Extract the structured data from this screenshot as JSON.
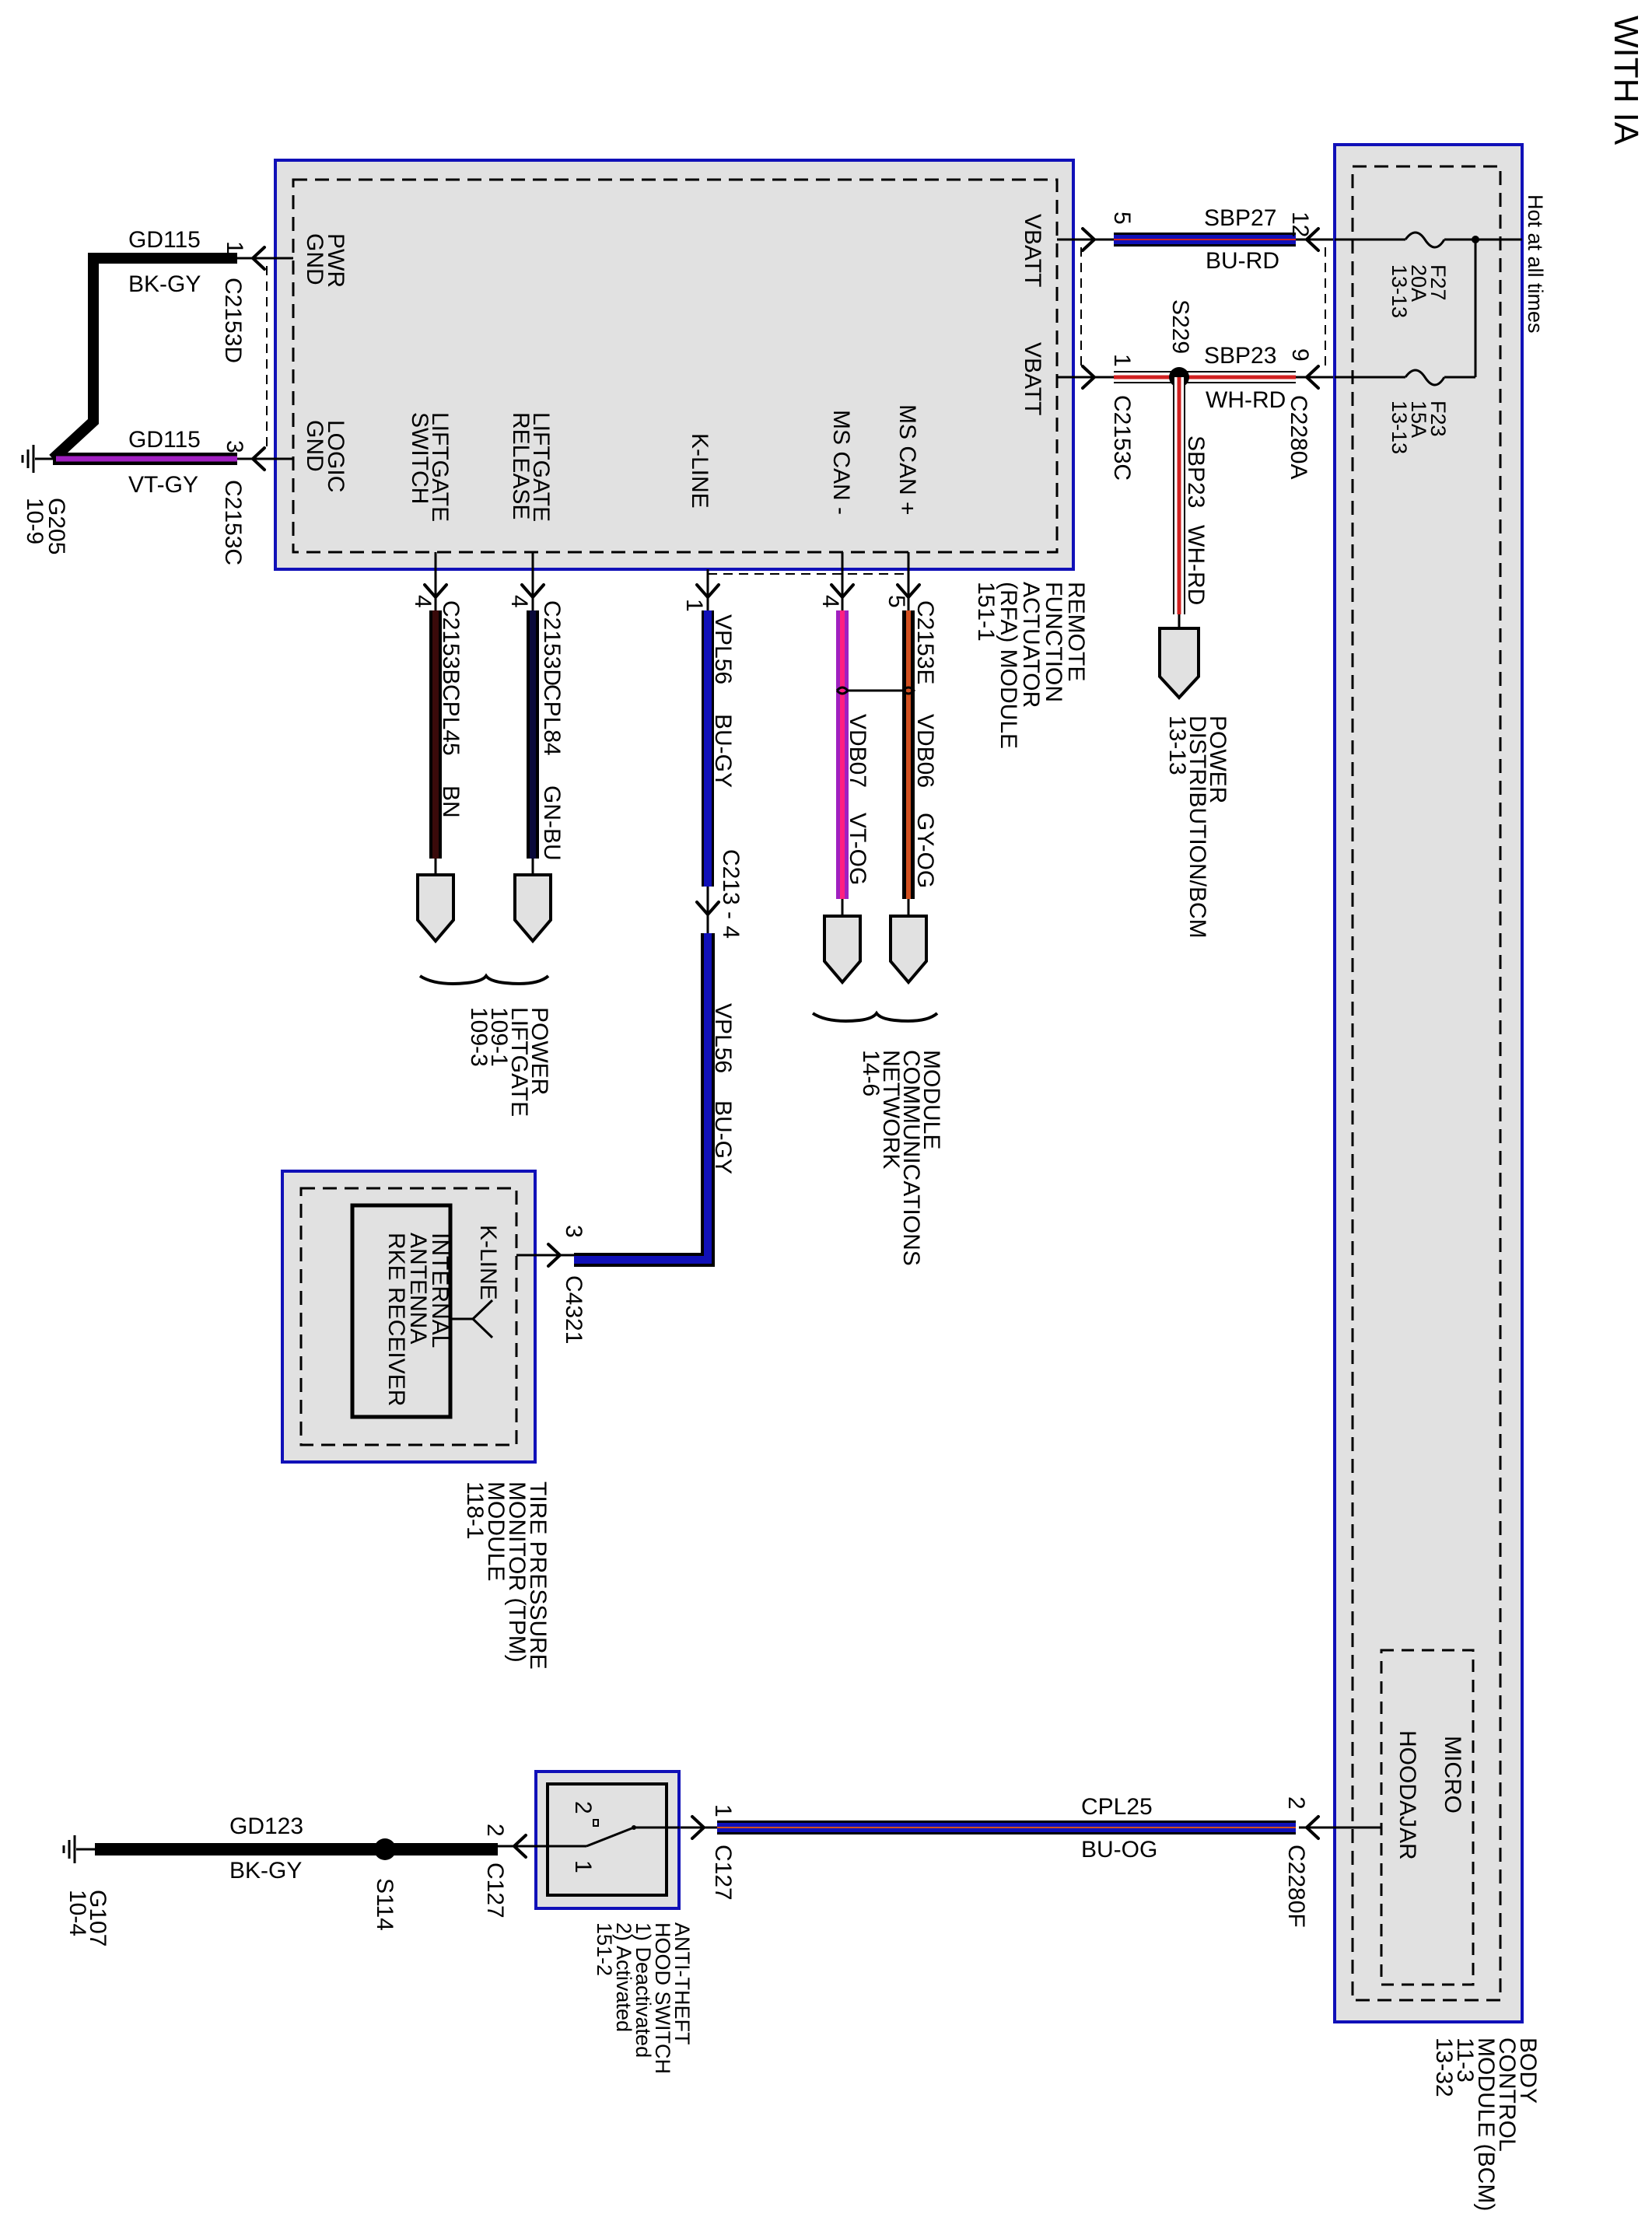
{
  "title": "WITH IA",
  "colors": {
    "module_fill": "#e1e1e1",
    "module_border": "#1010b8",
    "BK": "#000000",
    "VT": "#a020c0",
    "BU": "#1010b8",
    "RD": "#d02020",
    "WH": "#ffffff",
    "BN": "#3a0a0a",
    "GN": "#0a3a0a",
    "OG": "#d05020",
    "PK": "#ff2080",
    "GY": "#808080"
  },
  "modules": {
    "rfa": {
      "name": "REMOTE FUNCTION ACTUATOR (RFA) MODULE",
      "caption_lines": [
        "REMOTE",
        "FUNCTION",
        "ACTUATOR",
        "(RFA) MODULE",
        "151-1"
      ],
      "pins": {
        "pwr_gnd": [
          "PWR",
          "GND"
        ],
        "logic_gnd": [
          "LOGIC",
          "GND"
        ],
        "liftgate_switch": [
          "LIFTGATE",
          "SWITCH"
        ],
        "liftgate_release": [
          "LIFTGATE",
          "RELEASE"
        ],
        "k_line": "K-LINE",
        "ms_can_minus": "MS CAN -",
        "ms_can_plus": "MS CAN +",
        "vbatt_1": "VBATT",
        "vbatt_2": "VBATT"
      }
    },
    "bcm": {
      "name": "BODY CONTROL MODULE (BCM)",
      "caption_lines": [
        "BODY",
        "CONTROL",
        "MODULE (BCM)",
        "11-3",
        "13-32"
      ],
      "supply_label": "Hot at all times",
      "micro_label": "MICRO",
      "hoodajar_label": "HOODAJAR",
      "fuses": [
        {
          "id": "F27",
          "rating": "20A",
          "ref": "13-13"
        },
        {
          "id": "F23",
          "rating": "15A",
          "ref": "13-13"
        }
      ]
    },
    "tpm": {
      "name": "TIRE PRESSURE MONITOR (TPM) MODULE",
      "caption_lines": [
        "TIRE PRESSURE",
        "MONITOR (TPM)",
        "MODULE",
        "118-1"
      ],
      "pin_label": "K-LINE",
      "receiver_lines": [
        "INTERNAL",
        "ANTENNA",
        "RKE RECEIVER"
      ]
    },
    "hood_switch": {
      "name": "ANTI-THEFT HOOD SWITCH",
      "caption_lines": [
        "ANTI-THEFT",
        "HOOD SWITCH",
        "1) Deactivated",
        "2) Activated",
        "151-2"
      ],
      "pos1": "1",
      "pos2": "2"
    }
  },
  "circuits": [
    {
      "id": "gd115_pwr",
      "circuit": "GD115",
      "color": "BK-GY",
      "pin": "1",
      "connector": "C2153D"
    },
    {
      "id": "gd115_logic",
      "circuit": "GD115",
      "color": "VT-GY",
      "pin": "3",
      "connector": "C2153C"
    },
    {
      "id": "sbp27",
      "circuit": "SBP27",
      "color": "BU-RD",
      "pin_rfa": "5",
      "pin_bcm": "12"
    },
    {
      "id": "sbp23",
      "circuit": "SBP23",
      "color": "WH-RD",
      "pin_rfa": "1",
      "pin_bcm": "9",
      "connector_rfa": "C2153C",
      "connector_bcm": "C2280A",
      "splice": "S229"
    },
    {
      "id": "sbp23_branch",
      "circuit": "SBP23",
      "color": "WH-RD"
    },
    {
      "id": "cpl45",
      "circuit": "CPL45",
      "color": "BN",
      "pin": "4",
      "connector": "C2153B"
    },
    {
      "id": "cpl84",
      "circuit": "CPL84",
      "color": "GN-BU",
      "pin": "4",
      "connector": "C2153D"
    },
    {
      "id": "vpl56",
      "circuit": "VPL56",
      "color": "BU-GY",
      "pin": "1",
      "inline": "C213 - 4",
      "pin_tpm": "3",
      "connector_tpm": "C4321"
    },
    {
      "id": "vdb07",
      "circuit": "VDB07",
      "color": "VT-OG",
      "pin": "4"
    },
    {
      "id": "vdb06",
      "circuit": "VDB06",
      "color": "GY-OG",
      "pin": "5",
      "connector": "C2153E"
    },
    {
      "id": "cpl25",
      "circuit": "CPL25",
      "color": "BU-OG",
      "pin_switch": "1",
      "connector_switch": "C127",
      "pin_bcm": "2",
      "connector_bcm": "C2280F"
    },
    {
      "id": "gd123",
      "circuit": "GD123",
      "color": "BK-GY",
      "pin": "2",
      "connector": "C127",
      "splice": "S114"
    }
  ],
  "grounds": [
    {
      "id": "G205",
      "ref": "10-9"
    },
    {
      "id": "G107",
      "ref": "10-4"
    }
  ],
  "references": {
    "power_distribution": [
      "POWER",
      "DISTRIBUTION/BCM",
      "13-13"
    ],
    "power_liftgate": [
      "POWER",
      "LIFTGATE",
      "109-1",
      "109-3"
    ],
    "module_comm": [
      "MODULE",
      "COMMUNICATIONS",
      "NETWORK",
      "14-6"
    ]
  }
}
